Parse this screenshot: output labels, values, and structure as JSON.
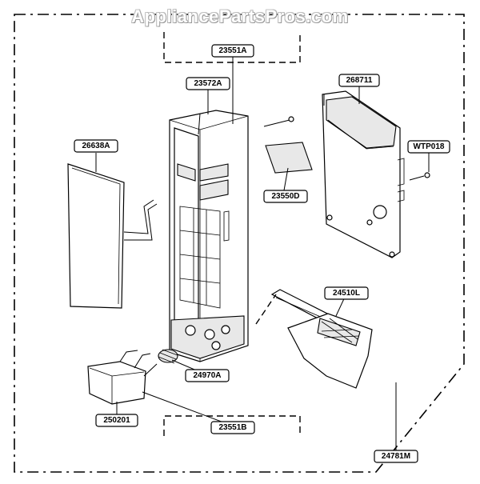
{
  "watermark": "AppliancePartsPros.com",
  "callouts": {
    "c_23551A": "23551A",
    "c_23572A": "23572A",
    "c_268711": "268711",
    "c_26638A": "26638A",
    "c_WTP018": "WTP018",
    "c_23550D": "23550D",
    "c_24510L": "24510L",
    "c_24970A": "24970A",
    "c_250201": "250201",
    "c_23551B": "23551B",
    "c_24781M": "24781M"
  }
}
